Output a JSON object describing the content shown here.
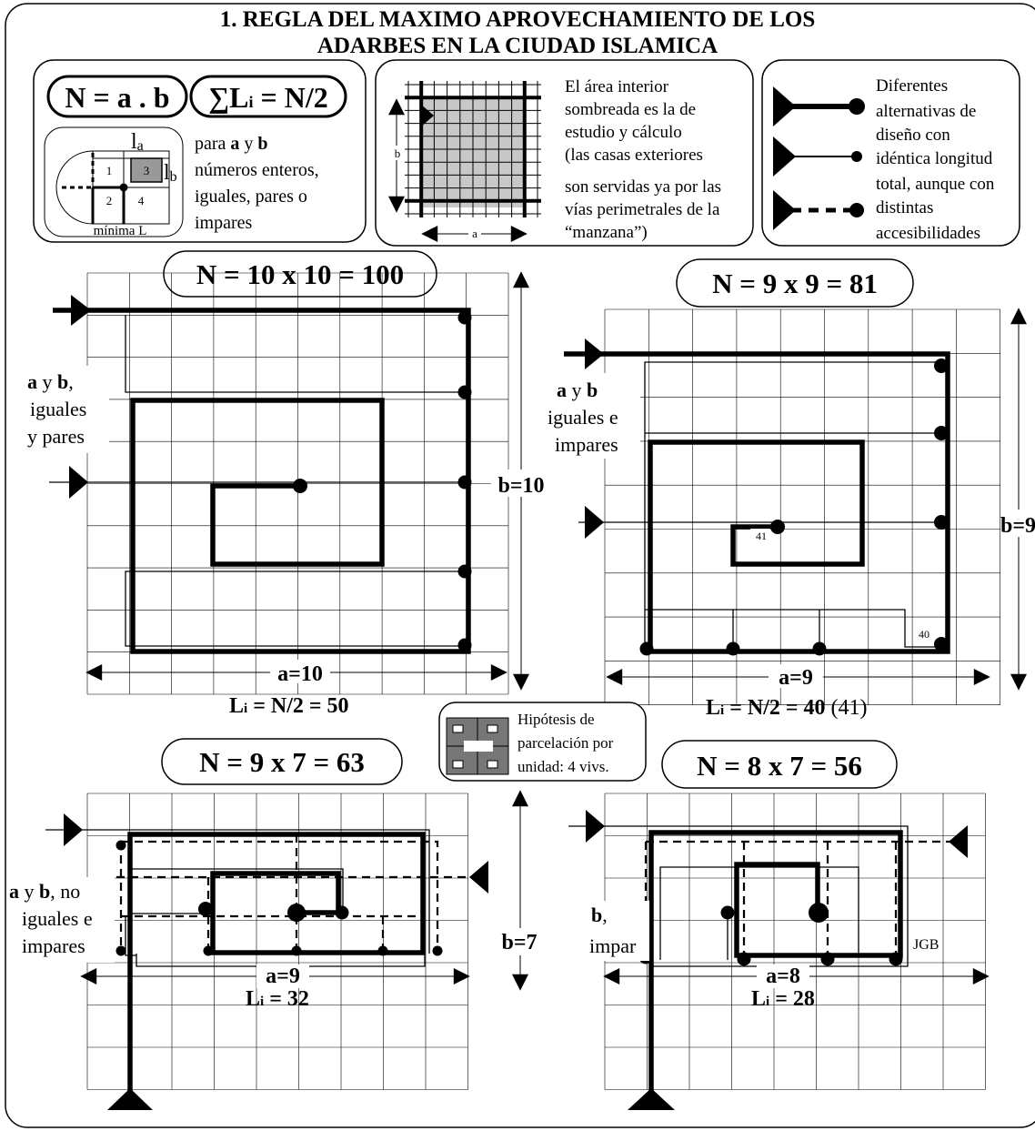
{
  "title": {
    "line1": "1. REGLA DEL MAXIMO APROVECHAMIENTO DE LOS",
    "line2": "ADARBES EN LA CIUDAD ISLAMICA"
  },
  "formula_box": {
    "formula1": "N = a . b",
    "formula2_sigma": "∑",
    "formula2_L": "L",
    "formula2_i": "i",
    "formula2_rest": " = N/2",
    "la_main": "l",
    "la_sub": "a",
    "lb_main": "l",
    "lb_sub": "b",
    "cells": [
      "1",
      "3",
      "2",
      "4"
    ],
    "minima": "mínima L",
    "desc_line1_pre": "para ",
    "desc_a": "a",
    "desc_y": " y ",
    "desc_b": "b",
    "desc_line2": "números enteros,",
    "desc_line3": "iguales, pares o",
    "desc_line4": "impares"
  },
  "grid_box": {
    "label_a": "a",
    "label_b": "b",
    "lines": [
      "El área interior",
      "sombreada es la de",
      "estudio y cálculo",
      "(las casas exteriores",
      "son servidas ya por las",
      "vías perimetrales de la",
      "“manzana”)"
    ]
  },
  "legend_box": {
    "lines": [
      "Diferentes",
      "alternativas de",
      "diseño con",
      "idéntica longitud",
      "total, aunque con",
      "distintas",
      "accesibilidades"
    ]
  },
  "parcel_box": {
    "lines": [
      "Hipótesis de",
      "parcelación por",
      "unidad: 4 vivs."
    ]
  },
  "panel_100": {
    "header": "N = 10 x 10 = 100",
    "side_a": "a",
    "side_y": " y ",
    "side_b": "b",
    "side_comma": ",",
    "side_line2": "iguales",
    "side_line3": "y pares",
    "dim_b": "b=10",
    "dim_a": "a=10",
    "sum_L": "L",
    "sum_i": "i",
    "sum_rest": " = N/2 = 50"
  },
  "panel_81": {
    "header": "N = 9 x 9 = 81",
    "side_a": "a",
    "side_y": " y ",
    "side_b": "b",
    "side_line2": "iguales e",
    "side_line3": "impares",
    "dim_b": "b=9",
    "dim_a": "a=9",
    "label_41": "41",
    "label_40": "40",
    "sum_L": "L",
    "sum_i": "i",
    "sum_rest": " = N/2 = 40",
    "sum_extra": " (41)"
  },
  "panel_63": {
    "header": "N = 9 x 7 = 63",
    "side_a": "a",
    "side_y": " y ",
    "side_b": "b",
    "side_no": ", no",
    "side_line2": "iguales e",
    "side_line3": "impares",
    "dim_b": "b=7",
    "dim_a": "a=9",
    "sum_L": "L",
    "sum_i": "i",
    "sum_rest": " = 32"
  },
  "panel_56": {
    "header": "N = 8 x 7 = 56",
    "side_b": "b",
    "side_comma": ",",
    "side_line2": "impar",
    "dim_a": "a=8",
    "signature": "JGB",
    "sum_L": "L",
    "sum_i": "i",
    "sum_rest": " = 28"
  }
}
